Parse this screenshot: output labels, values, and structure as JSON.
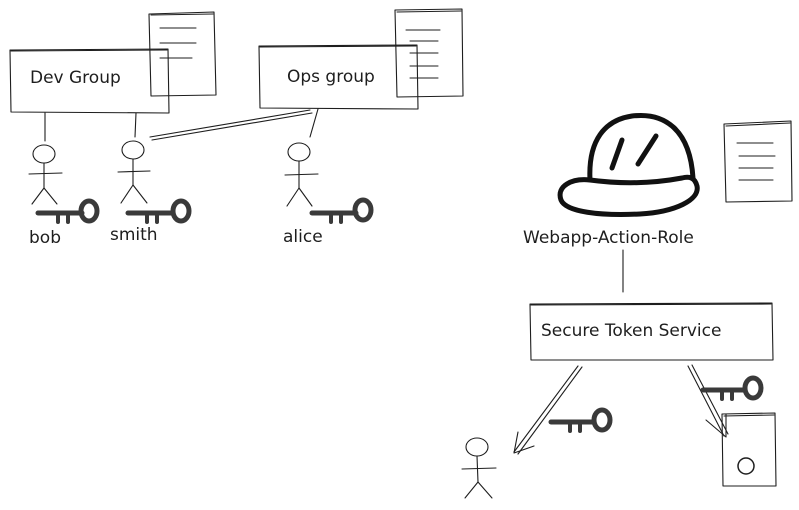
{
  "groups": {
    "dev": {
      "label": "Dev Group"
    },
    "ops": {
      "label": "Ops group"
    }
  },
  "users": {
    "bob": {
      "label": "bob"
    },
    "smith": {
      "label": "smith"
    },
    "alice": {
      "label": "alice"
    }
  },
  "role": {
    "label": "Webapp-Action-Role"
  },
  "sts": {
    "label": "Secure Token Service"
  },
  "colors": {
    "ink": "#1e1e1e",
    "key": "#3a3a3a",
    "background": "#ffffff"
  }
}
